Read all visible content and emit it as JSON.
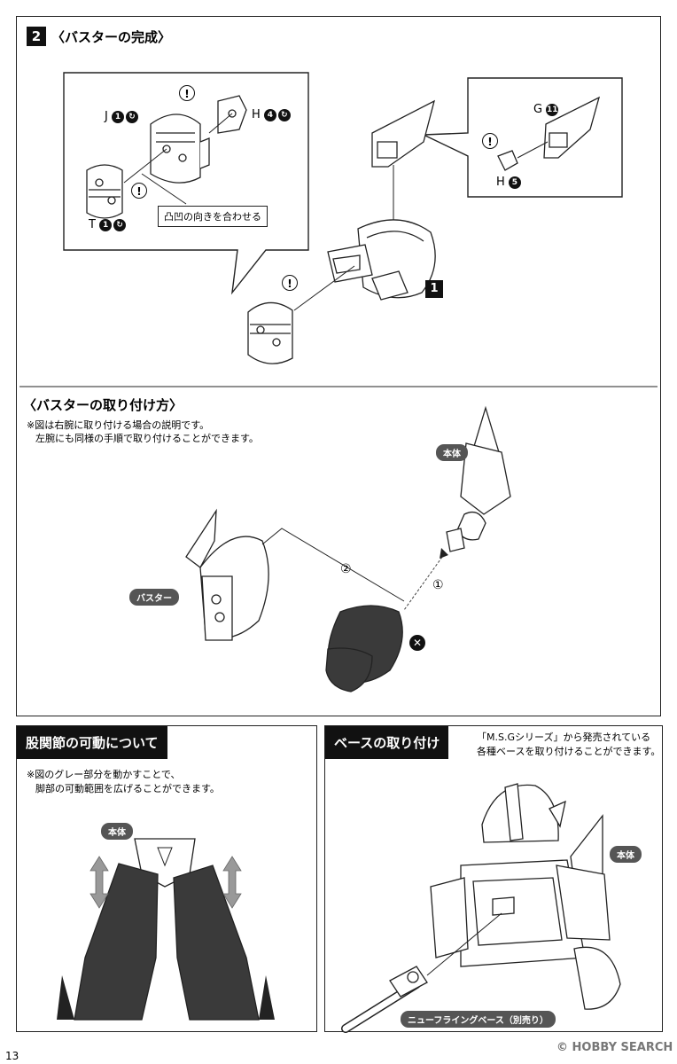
{
  "step": {
    "number": "2",
    "title": "〈バスターの完成〉",
    "parts": {
      "j": {
        "letter": "J",
        "num": "1"
      },
      "h_top": {
        "letter": "H",
        "num": "4"
      },
      "t": {
        "letter": "T",
        "num": "1"
      },
      "g": {
        "letter": "G",
        "num": "11"
      },
      "h_right": {
        "letter": "H",
        "num": "5"
      }
    },
    "align_note": "凸凹の向きを合わせる",
    "ref_step": "1",
    "warning_glyph": "!"
  },
  "attach": {
    "title": "〈バスターの取り付け方〉",
    "note_line1": "※図は右腕に取り付ける場合の説明です。",
    "note_line2": "左腕にも同様の手順で取り付けることができます。",
    "body_label": "本体",
    "buster_label": "バスター",
    "order_1": "①",
    "order_2": "②",
    "remove_glyph": "✕"
  },
  "hip": {
    "title": "股関節の可動について",
    "note_line1": "※図のグレー部分を動かすことで、",
    "note_line2": "脚部の可動範囲を広げることができます。",
    "body_label": "本体"
  },
  "base": {
    "title": "ベースの取り付け",
    "note_line1": "「M.S.Gシリーズ」から発売されている",
    "note_line2": "各種ベースを取り付けることができます。",
    "body_label": "本体",
    "base_label": "ニューフライングベース（別売り）"
  },
  "footer": {
    "page_number": "13",
    "watermark": "HOBBY SEARCH",
    "watermark_copy": "©"
  }
}
